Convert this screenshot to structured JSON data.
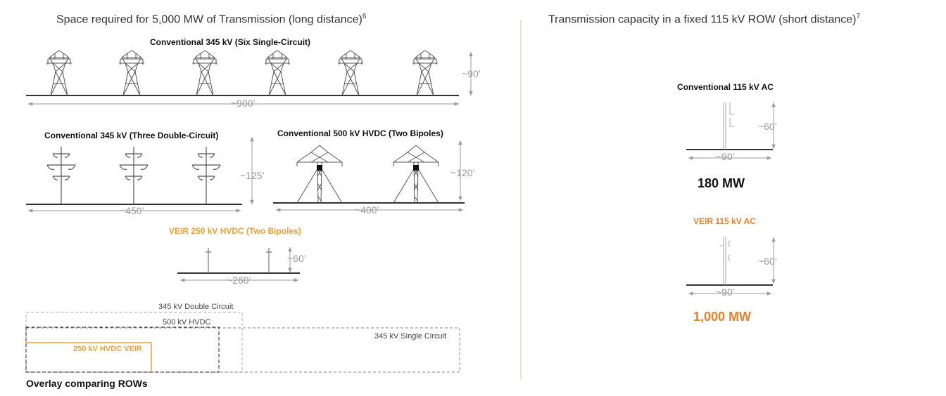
{
  "left": {
    "title": "Space required for 5,000 MW of Transmission (long distance)",
    "title_sup": "6",
    "six_single": {
      "label": "Conventional 345 kV (Six Single-Circuit)",
      "height": "~90’",
      "width": "~900’",
      "tower_icon": "lattice-tower-icon"
    },
    "three_double": {
      "label": "Conventional 345 kV (Three Double-Circuit)",
      "height": "~125’",
      "width": "~450’",
      "tower_icon": "double-circuit-pole-icon"
    },
    "hvdc_500": {
      "label": "Conventional 500 kV HVDC (Two Bipoles)",
      "height": "~120’",
      "width": "~400’",
      "tower_icon": "guyed-tower-icon"
    },
    "veir_250": {
      "label": "VEIR 250 kV HVDC (Two Bipoles)",
      "height": "~60’",
      "width": "~260’",
      "tower_icon": "monopole-icon"
    },
    "overlay": {
      "title": "Overlay comparing ROWs",
      "double_circuit": "345 kV Double Circuit",
      "hvdc_500": "500 kV HVDC",
      "single_circuit": "345 kV Single Circuit",
      "veir": "250 kV HVDC VEIR"
    }
  },
  "right": {
    "title": "Transmission capacity in a fixed 115 kV ROW (short distance)",
    "title_sup": "7",
    "conventional": {
      "label": "Conventional 115 kV AC",
      "height": "~60’",
      "width": "~90’",
      "capacity": "180 MW"
    },
    "veir": {
      "label": "VEIR 115 kV AC",
      "height": "~60’",
      "width": "~90’",
      "capacity": "1,000 MW"
    }
  },
  "colors": {
    "orange": "#f0a030",
    "orange_dark": "#e8822a",
    "dim_gray": "#999999",
    "divider": "#c8c8a8"
  }
}
